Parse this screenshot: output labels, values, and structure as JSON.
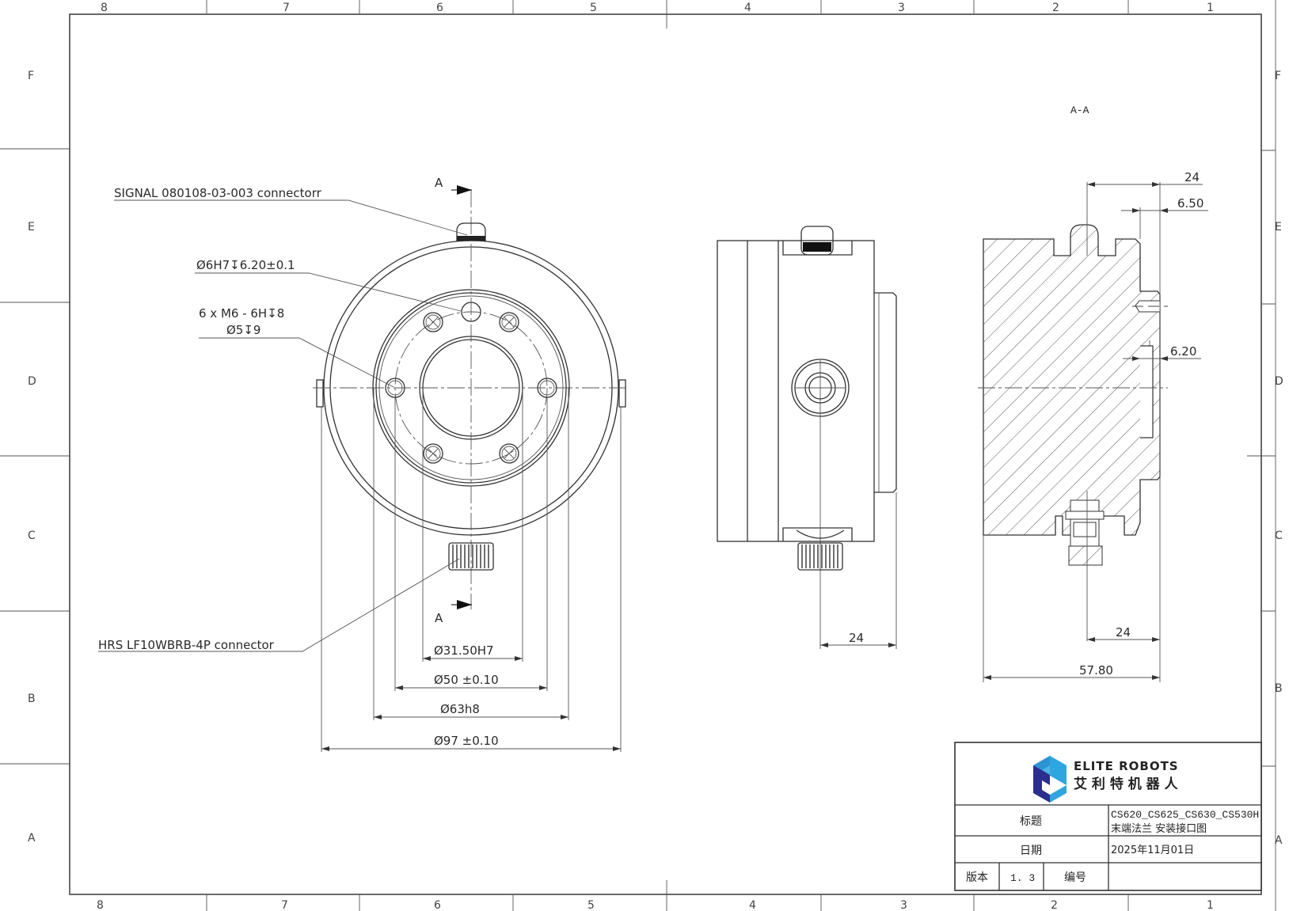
{
  "drawing": {
    "section_label": "A-A",
    "zones": {
      "columns": [
        "8",
        "7",
        "6",
        "5",
        "4",
        "3",
        "2",
        "1"
      ],
      "rows": [
        "F",
        "E",
        "D",
        "C",
        "B",
        "A"
      ]
    },
    "callouts": {
      "signal_connector": "SIGNAL 080108-03-003 connectorr",
      "pin_hole": "Ø6H7↧6.20±0.1",
      "thread_line1": "6 x M6 - 6H↧8",
      "thread_line2": "Ø5↧9",
      "hrs_connector": "HRS LF10WBRB-4P  connector",
      "section_arrow_top": "A",
      "section_arrow_bottom": "A"
    },
    "dimensions": {
      "bore": "Ø31.50H7",
      "bolt_circle": "Ø50 ±0.10",
      "spigot": "Ø63h8",
      "outer": "Ø97 ±0.10",
      "side_connector_offset": "24",
      "section_top_offset": "24",
      "section_depth_650": "6.50",
      "section_depth_620": "6.20",
      "section_bottom_offset": "24",
      "section_total_length": "57.80"
    }
  },
  "title_block": {
    "brand_en": "ELITE ROBOTS",
    "brand_cn": "艾 利 特 机 器 人",
    "brand_colors": {
      "dark": "#2b2e8c",
      "light": "#2ea6df"
    },
    "title_label": "标题",
    "title_line1": "CS620_CS625_CS630_CS530H",
    "title_line2": "末端法兰 安装接口图",
    "date_label": "日期",
    "date_value": "2025年11月01日",
    "version_label": "版本",
    "version_value": "1. 3",
    "number_label": "编号",
    "number_value": ""
  }
}
